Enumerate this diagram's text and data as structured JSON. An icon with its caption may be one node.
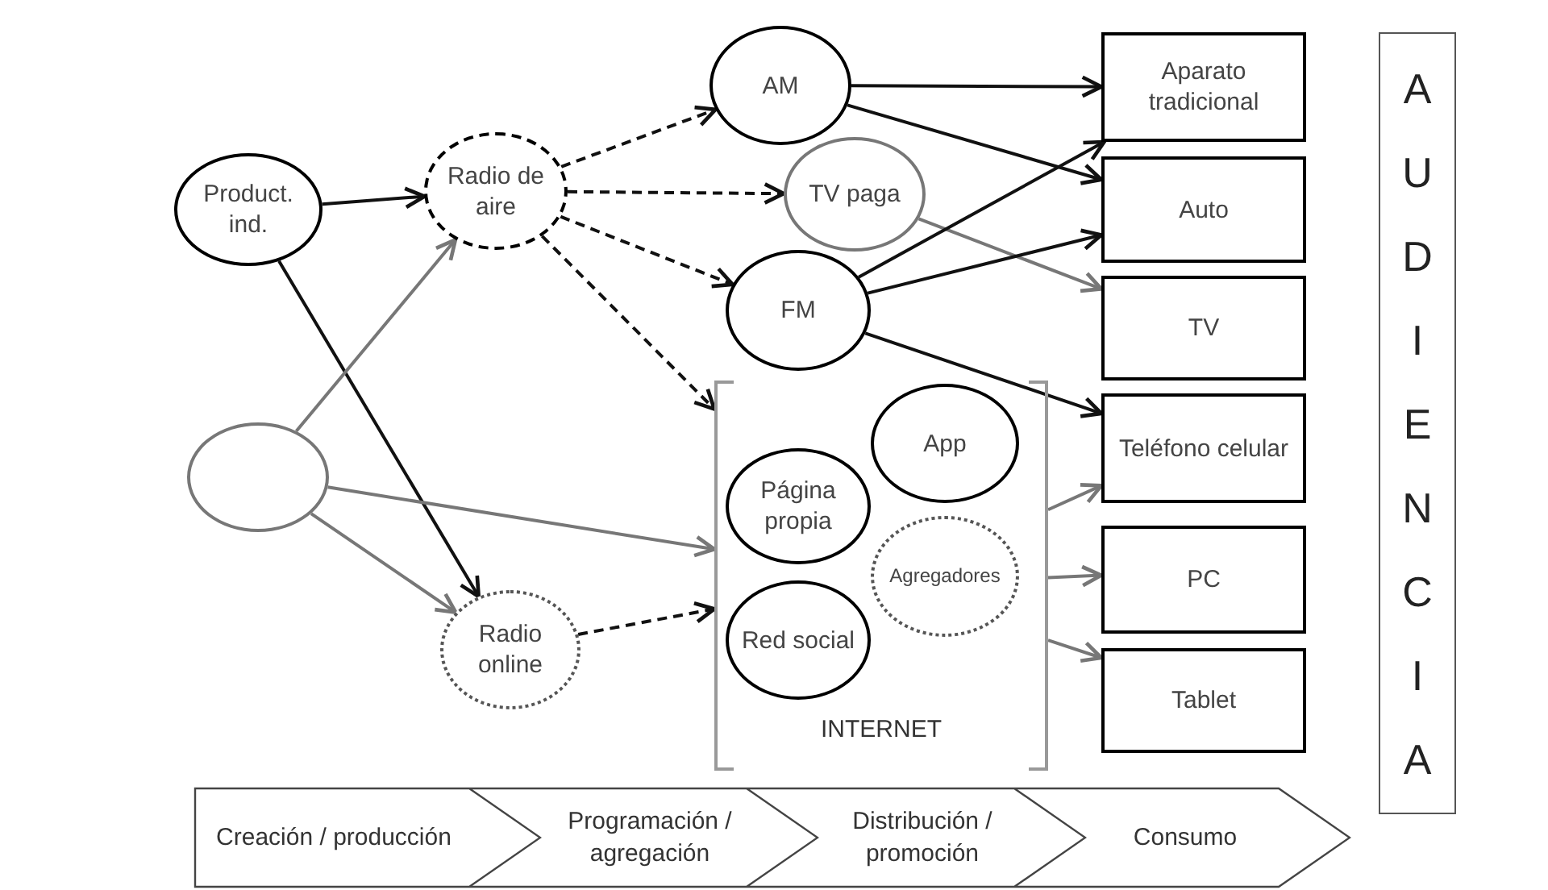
{
  "diagram": {
    "nodes": [
      {
        "text": [
          "Product. ind."
        ]
      },
      {
        "text": [],
        "shape": "circle"
      },
      {
        "text": [
          "Radio de aire"
        ]
      },
      {
        "text": [
          "Radio online"
        ]
      },
      {
        "text": [
          "AM"
        ]
      },
      {
        "text": [
          "TV paga"
        ]
      },
      {
        "text": [
          "FM"
        ]
      },
      {
        "text": [
          "INTERNET"
        ]
      },
      {
        "text": [
          "Página propia"
        ],
        "in": 7
      },
      {
        "text": [
          "App"
        ],
        "in": 7
      },
      {
        "text": [
          "Agregadores"
        ],
        "in": 7
      },
      {
        "text": [
          "Red social"
        ],
        "in": 7
      },
      {
        "text": [
          "Aparato tradicional"
        ]
      },
      {
        "text": [
          "Auto"
        ]
      },
      {
        "text": [
          "TV"
        ]
      },
      {
        "text": [
          "Teléfono celular"
        ]
      },
      {
        "text": [
          "PC"
        ]
      },
      {
        "text": [
          "Tablet"
        ]
      },
      {
        "text": [
          "AUDIENCIA"
        ]
      },
      {
        "text": [
          "Creación / producción"
        ]
      },
      {
        "text": [
          "Programación / agregación"
        ]
      },
      {
        "text": [
          "Distribución / promoción"
        ]
      },
      {
        "text": [
          "Consumo"
        ]
      }
    ],
    "edges": [
      {
        "from": 0,
        "to": 2,
        "arrow": "to"
      },
      {
        "from": 0,
        "to": 3,
        "arrow": "to"
      },
      {
        "from": 1,
        "to": 2,
        "arrow": "to",
        "color": "#777777"
      },
      {
        "from": 1,
        "to": 3,
        "arrow": "to",
        "color": "#777777"
      },
      {
        "from": 1,
        "to": 7,
        "arrow": "to",
        "color": "#777777"
      },
      {
        "from": 2,
        "to": 4,
        "arrow": "to",
        "style": "dashed"
      },
      {
        "from": 2,
        "to": 5,
        "arrow": "to",
        "style": "dashed"
      },
      {
        "from": 2,
        "to": 6,
        "arrow": "to",
        "style": "dashed"
      },
      {
        "from": 2,
        "to": 7,
        "arrow": "to",
        "style": "dashed"
      },
      {
        "from": 3,
        "to": 7,
        "arrow": "to",
        "style": "dashed"
      },
      {
        "from": 4,
        "to": 12,
        "arrow": "to"
      },
      {
        "from": 4,
        "to": 13,
        "arrow": "to"
      },
      {
        "from": 5,
        "to": 14,
        "arrow": "to",
        "color": "#777777"
      },
      {
        "from": 6,
        "to": 12,
        "arrow": "to"
      },
      {
        "from": 6,
        "to": 13,
        "arrow": "to"
      },
      {
        "from": 6,
        "to": 15,
        "arrow": "to"
      },
      {
        "from": 7,
        "to": 15,
        "arrow": "to",
        "color": "#777777"
      },
      {
        "from": 7,
        "to": 16,
        "arrow": "to",
        "color": "#777777"
      },
      {
        "from": 7,
        "to": 17,
        "arrow": "to",
        "color": "#777777"
      }
    ]
  }
}
